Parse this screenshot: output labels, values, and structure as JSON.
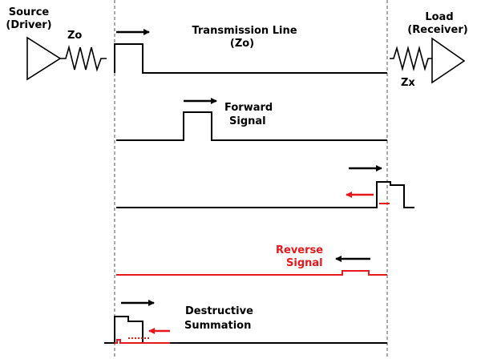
{
  "labels": {
    "source_line1": "Source",
    "source_line2": "(Driver)",
    "source_impedance": "Zo",
    "load_line1": "Load",
    "load_line2": "(Receiver)",
    "load_impedance": "Zx",
    "line_title1": "Transmission Line",
    "line_title2": "(Zo)",
    "forward_line1": "Forward",
    "forward_line2": "Signal",
    "reverse_line1": "Reverse",
    "reverse_line2": "Signal",
    "destructive_line1": "Destructive",
    "destructive_line2": "Summation"
  },
  "colors": {
    "trace": "#000000",
    "reflected": "#e8171b",
    "boundary": "#555555",
    "background": "#ffffff"
  }
}
